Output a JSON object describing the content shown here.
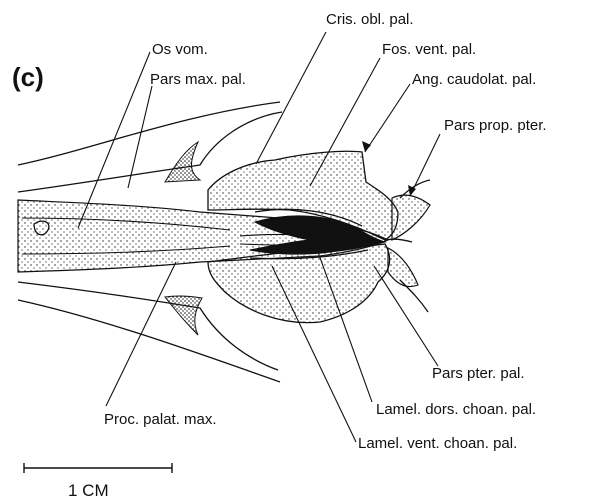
{
  "panel_label": "(c)",
  "labels": {
    "cris_obl_pal": "Cris. obl. pal.",
    "os_vom": "Os vom.",
    "fos_vent_pal": "Fos. vent. pal.",
    "pars_max_pal": "Pars max. pal.",
    "ang_caudolat_pal": "Ang. caudolat. pal.",
    "pars_prop_pter": "Pars prop. pter.",
    "pars_pter_pal": "Pars pter. pal.",
    "lamel_dors_choan_pal": "Lamel. dors. choan. pal.",
    "proc_palat_max": "Proc. palat. max.",
    "lamel_vent_choan_pal": "Lamel. vent. choan. pal."
  },
  "scale_bar": {
    "label": "1 CM"
  },
  "colors": {
    "ink": "#111111",
    "paper": "#ffffff"
  }
}
